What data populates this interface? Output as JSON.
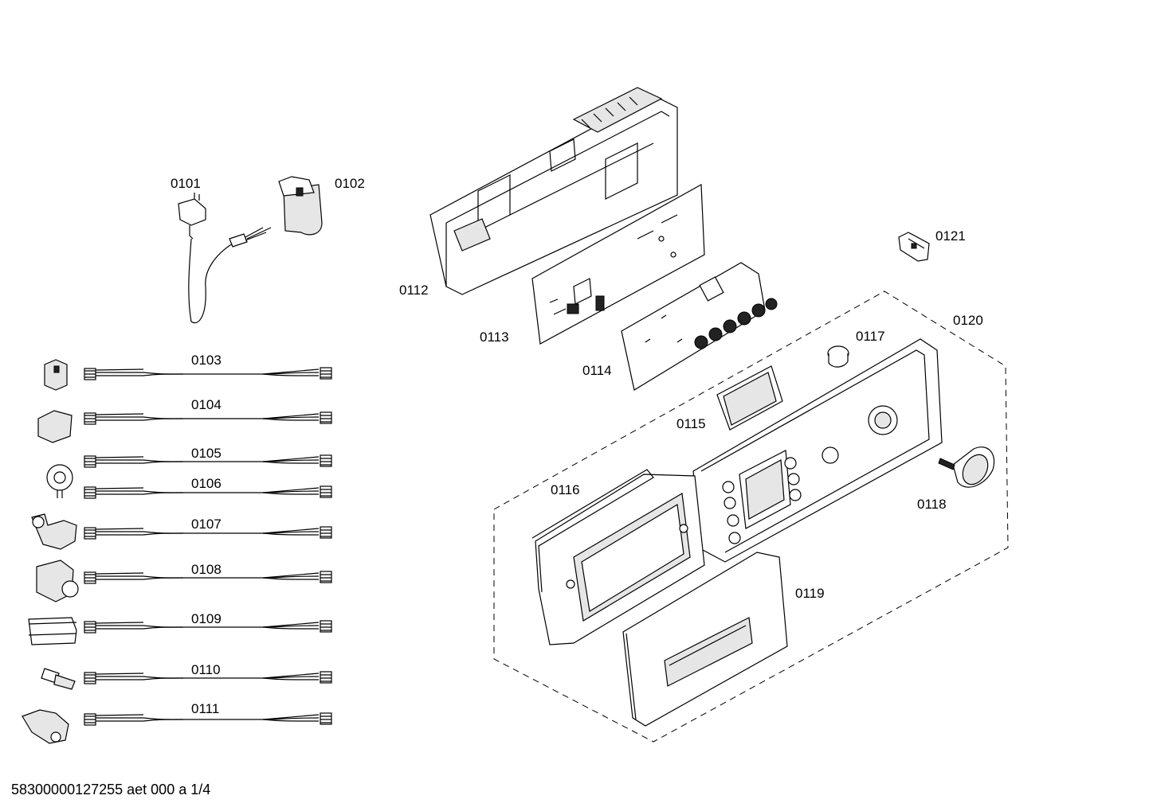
{
  "parts": {
    "p0101": "0101",
    "p0102": "0102",
    "p0103": "0103",
    "p0104": "0104",
    "p0105": "0105",
    "p0106": "0106",
    "p0107": "0107",
    "p0108": "0108",
    "p0109": "0109",
    "p0110": "0110",
    "p0111": "0111",
    "p0112": "0112",
    "p0113": "0113",
    "p0114": "0114",
    "p0115": "0115",
    "p0116": "0116",
    "p0117": "0117",
    "p0118": "0118",
    "p0119": "0119",
    "p0120": "0120",
    "p0121": "0121"
  },
  "footer": "58300000127255 aet 000 a 1/4"
}
